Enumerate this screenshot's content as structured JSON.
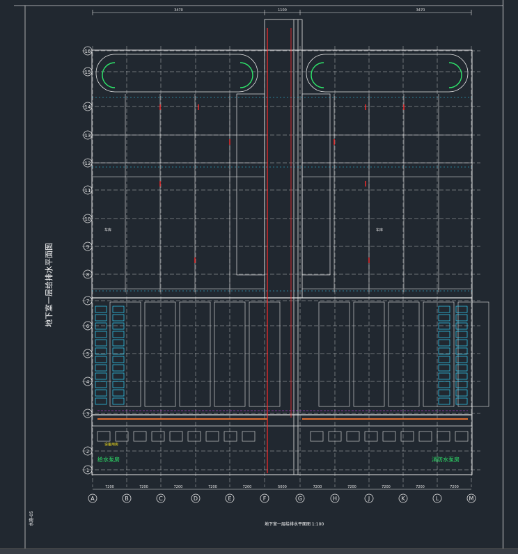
{
  "drawing": {
    "side_title": "地下室一层给排水平面图",
    "footer_label": "地下室一层给排水平面图 1:100",
    "sheet_code": "水施-05",
    "column_grid_labels": [
      "A",
      "B",
      "C",
      "D",
      "E",
      "F",
      "G",
      "H",
      "J",
      "K",
      "L",
      "M"
    ],
    "row_grid_labels": [
      "1",
      "2",
      "3",
      "4",
      "5",
      "6",
      "7",
      "8",
      "9",
      "10",
      "11",
      "12",
      "13",
      "14",
      "15",
      "16"
    ],
    "room_label": "车库",
    "equipment_room_label": "设备用房",
    "green_label_left": "给水泵房",
    "green_label_right": "消防水泵房",
    "dim_top_left": "3470",
    "dim_top_mid": "1100",
    "dim_top_right": "3470",
    "dim_bottom": [
      "7200",
      "7200",
      "7200",
      "7200",
      "7200",
      "5000",
      "7200",
      "7200",
      "7200",
      "7200",
      "7200"
    ]
  },
  "colors": {
    "background": "#212830",
    "linework": "#e6e6e6",
    "pipe_red": "#ff2a2a",
    "cyan": "#33d6ff",
    "green": "#2ee66b",
    "yellow": "#f5e11b",
    "magenta": "#e845ff"
  }
}
